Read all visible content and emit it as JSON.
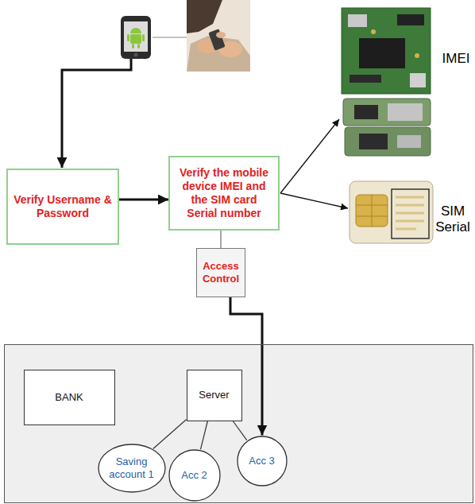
{
  "diagram": {
    "nodes": [
      {
        "text": [
          "Verify Username & Password"
        ]
      },
      {
        "text": [
          "Verify the mobile device IMEI and the SIM card Serial number"
        ]
      },
      {
        "text": [
          "Access Control"
        ]
      },
      {
        "text": []
      },
      {
        "text": [
          "BANK"
        ],
        "in": 3
      },
      {
        "text": [
          "Server"
        ],
        "in": 3
      },
      {
        "text": [
          "Saving account 1"
        ],
        "in": 3
      },
      {
        "text": [
          "Acc 2"
        ],
        "in": 3
      },
      {
        "text": [
          "Acc 3"
        ],
        "in": 3
      }
    ],
    "edges": [
      {
        "from": 0,
        "to": 1,
        "arrow": "to"
      },
      {
        "from": 1,
        "to": 2,
        "arrow": "none"
      },
      {
        "from": 2,
        "to": 8,
        "arrow": "to"
      },
      {
        "from": 5,
        "to": 6,
        "arrow": "none"
      },
      {
        "from": 5,
        "to": 7,
        "arrow": "none"
      },
      {
        "from": 5,
        "to": 8,
        "arrow": "none"
      }
    ],
    "labels": [
      "IMEI",
      "SIM Serial"
    ]
  }
}
